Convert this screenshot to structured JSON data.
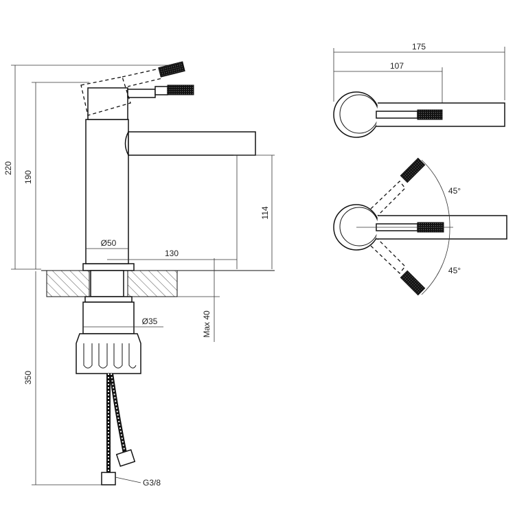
{
  "dimensions": {
    "total_height": "220",
    "spout_height": "190",
    "spout_clearance": "114",
    "base_diameter": "Ø50",
    "spout_reach": "130",
    "shank_diameter": "Ø35",
    "max_deck_thickness": "Max 40",
    "hose_length": "350",
    "connector_thread": "G3/8",
    "top_total_length": "175",
    "top_handle_length": "107",
    "rotation_angle_upper": "45°",
    "rotation_angle_lower": "45°"
  }
}
